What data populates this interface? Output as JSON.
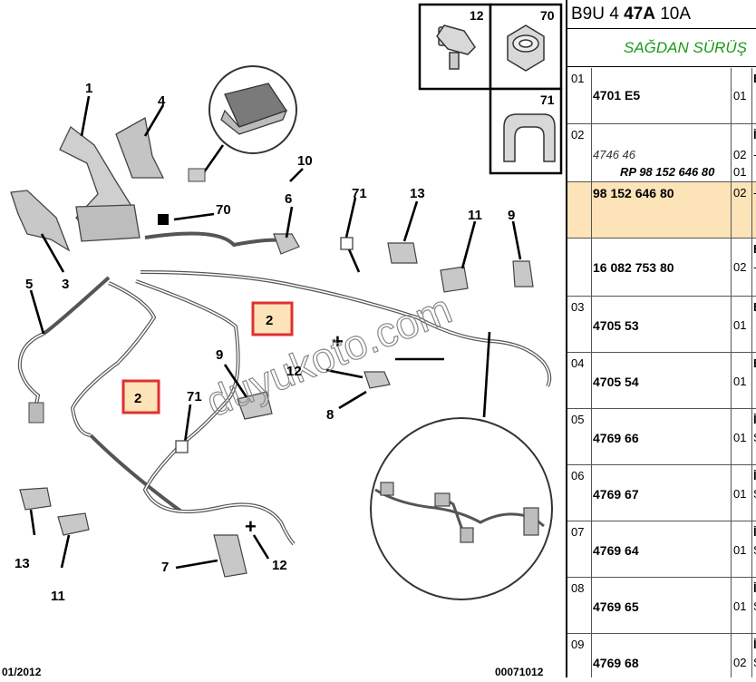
{
  "header": {
    "prefix": "B9U 4",
    "bold": "47A",
    "suffix": "10A"
  },
  "subheader": "SAĞDAN SÜRÜŞ",
  "diagram": {
    "watermark": "duyukoto.com",
    "footer_left": "01/2012",
    "footer_right": "00071012",
    "callouts": {
      "c1": "1",
      "c4": "4",
      "c10": "10",
      "c3": "3",
      "c70": "70",
      "c6": "6",
      "c71a": "71",
      "c13a": "13",
      "c11a": "11",
      "c9a": "9",
      "c5": "5",
      "c2a": "2",
      "c2b": "2",
      "c12a": "12",
      "c9b": "9",
      "c8": "8",
      "c71b": "71",
      "c13b": "13",
      "c11b": "11",
      "c7": "7",
      "c12b": "12",
      "i12": "12",
      "i70": "70",
      "i71": "71"
    }
  },
  "rows": [
    {
      "num": "01",
      "ref": "4701 E5",
      "qty": "01",
      "ltr": "E"
    },
    {
      "num": "02",
      "ref_it": "4746 46",
      "ref2": "RP 98 152 646 80",
      "qty": "02",
      "qty2": "01",
      "ltr": "İ",
      "d1": "-"
    },
    {
      "ref": "98 152 646 80",
      "qty": "02",
      "d1": "-"
    },
    {
      "ref": "16 082 753 80",
      "qty": "02",
      "ltr": "E",
      "d1": "-"
    },
    {
      "num": "03",
      "ref": "4705 53",
      "qty": "01",
      "ltr": "E"
    },
    {
      "num": "04",
      "ref": "4705 54",
      "qty": "01",
      "ltr": "E"
    },
    {
      "num": "05",
      "ref": "4769 66",
      "qty": "01",
      "ltr": "İ",
      "d1": "S"
    },
    {
      "num": "06",
      "ref": "4769 67",
      "qty": "01",
      "ltr": "İ",
      "d1": "S"
    },
    {
      "num": "07",
      "ref": "4769 64",
      "qty": "01",
      "ltr": "İ",
      "d1": "S"
    },
    {
      "num": "08",
      "ref": "4769 65",
      "qty": "01",
      "ltr": "İ",
      "d1": "S"
    },
    {
      "num": "09",
      "ref": "4769 68",
      "qty": "02",
      "ltr": "İ",
      "d1": "S"
    }
  ]
}
